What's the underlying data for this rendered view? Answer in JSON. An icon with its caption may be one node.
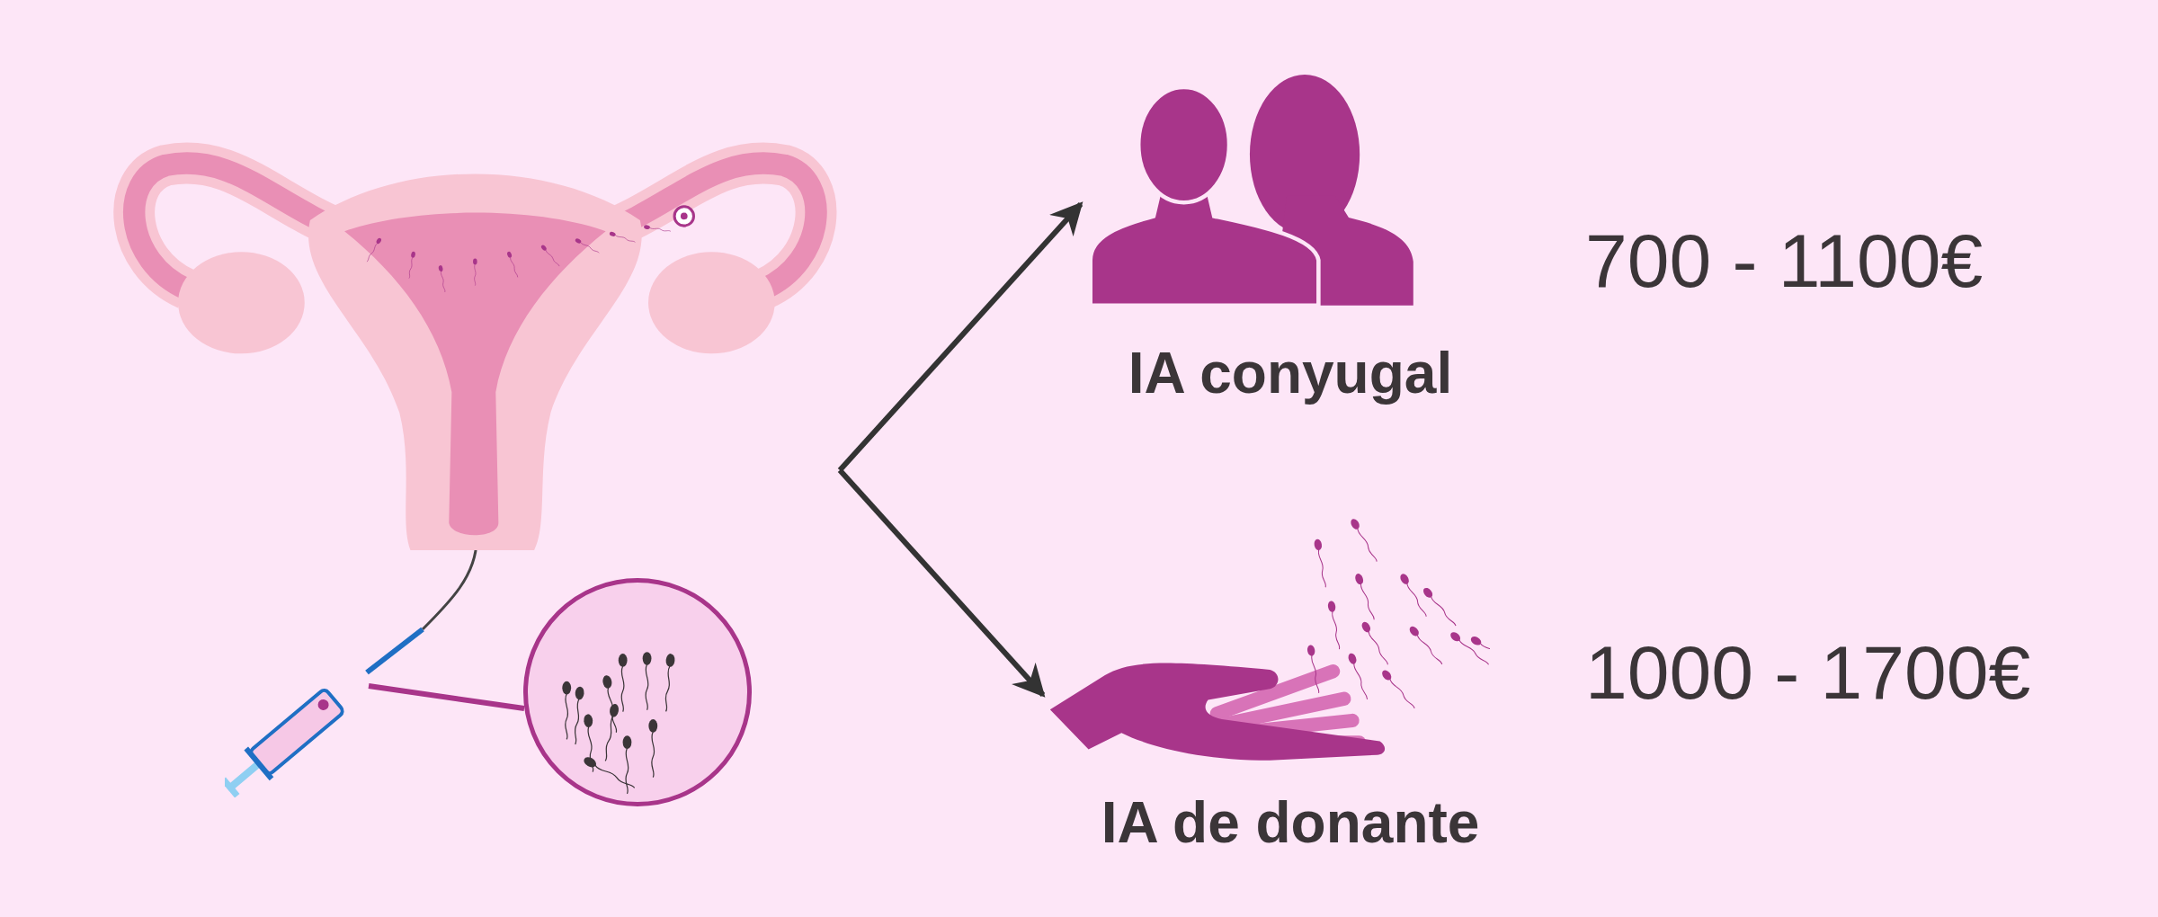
{
  "diagram": {
    "nodes": [
      {
        "text": [],
        "shape": "picture"
      },
      {
        "text": [],
        "shape": "picture"
      },
      {
        "text": [],
        "shape": "circle"
      },
      {
        "text": [
          "IA conyugal"
        ],
        "beside": [
          "700 - 1100€"
        ]
      },
      {
        "text": [
          "IA de donante"
        ],
        "beside": [
          "1000 - 1700€"
        ]
      }
    ],
    "edges": [
      {
        "from": 1,
        "to": 2,
        "arrow": "none",
        "color": "#a8358a"
      },
      {
        "from": 0,
        "to": 3,
        "arrow": "to"
      },
      {
        "from": 0,
        "to": 4,
        "arrow": "to"
      }
    ]
  }
}
